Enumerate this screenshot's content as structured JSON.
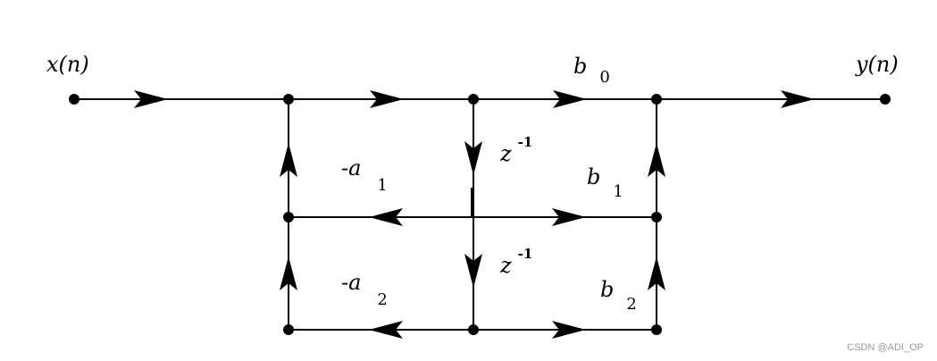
{
  "diagram": {
    "input_label": "x(n)",
    "output_label": "y(n)",
    "coefficients": {
      "b0": {
        "sym": "b",
        "sub": "0"
      },
      "b1": {
        "sym": "b",
        "sub": "1"
      },
      "b2": {
        "sym": "b",
        "sub": "2"
      },
      "a1": {
        "sym": "-a",
        "sub": "1"
      },
      "a2": {
        "sym": "-a",
        "sub": "2"
      }
    },
    "delays": [
      {
        "sym": "z",
        "sup": "-1"
      },
      {
        "sym": "z",
        "sup": "-1"
      }
    ]
  },
  "watermark": "CSDN @ADI_OP"
}
